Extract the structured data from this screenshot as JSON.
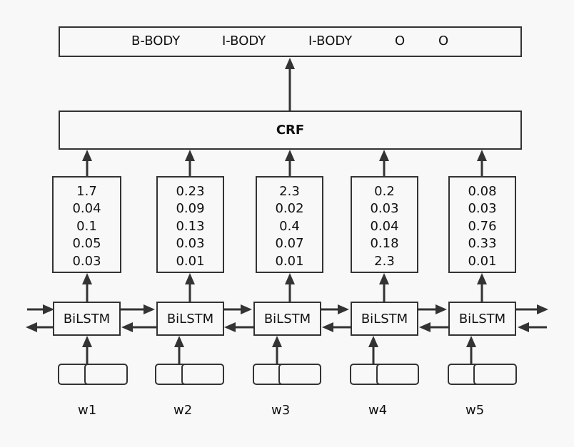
{
  "output_tags": [
    "B-BODY",
    "I-BODY",
    "I-BODY",
    "O",
    "O"
  ],
  "crf_label": "CRF",
  "columns": [
    {
      "scores": [
        "1.7",
        "0.04",
        "0.1",
        "0.05",
        "0.03"
      ],
      "lstm_label": "BiLSTM",
      "word": "w1"
    },
    {
      "scores": [
        "0.23",
        "0.09",
        "0.13",
        "0.03",
        "0.01"
      ],
      "lstm_label": "BiLSTM",
      "word": "w2"
    },
    {
      "scores": [
        "2.3",
        "0.02",
        "0.4",
        "0.07",
        "0.01"
      ],
      "lstm_label": "BiLSTM",
      "word": "w3"
    },
    {
      "scores": [
        "0.2",
        "0.03",
        "0.04",
        "0.18",
        "2.3"
      ],
      "lstm_label": "BiLSTM",
      "word": "w4"
    },
    {
      "scores": [
        "0.08",
        "0.03",
        "0.76",
        "0.33",
        "0.01"
      ],
      "lstm_label": "BiLSTM",
      "word": "w5"
    }
  ],
  "colors": {
    "stroke": "#333333",
    "background": "#f8f8f8",
    "text": "#111111"
  }
}
